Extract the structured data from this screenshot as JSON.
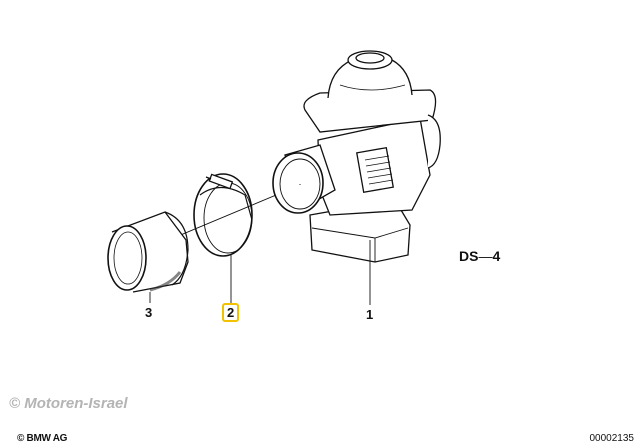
{
  "parts": [
    {
      "number": "1",
      "highlighted": false
    },
    {
      "number": "2",
      "highlighted": true
    },
    {
      "number": "3",
      "highlighted": false
    }
  ],
  "diagram_code": "DS",
  "diagram_code_dash": "—",
  "diagram_code_number": "4",
  "watermark": "© Motoren-Israel",
  "copyright": "© BMW AG",
  "image_number": "00002135",
  "highlight_color": "#f2c200"
}
